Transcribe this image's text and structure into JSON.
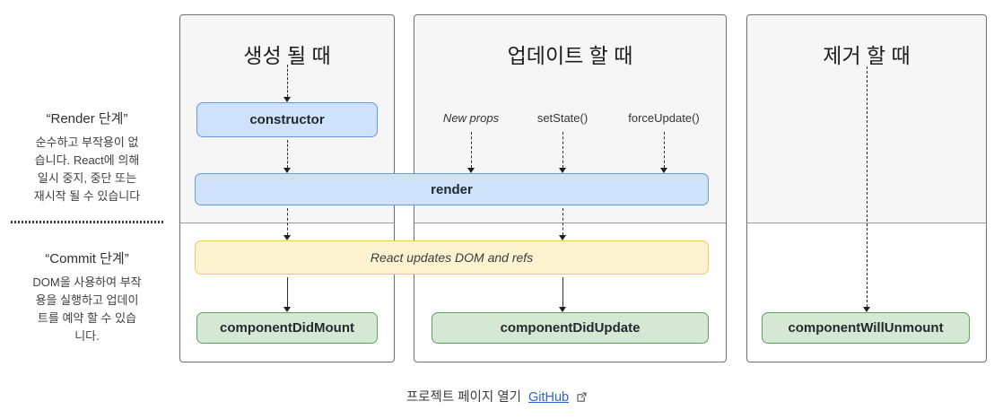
{
  "colors": {
    "blue-fill": "#cfe2fa",
    "blue-border": "#5f9ce8",
    "yellow-fill": "#fdf3d1",
    "yellow-border": "#eec964",
    "green-fill": "#d5e8d4",
    "green-border": "#5aa45e",
    "link": "#2a63d4"
  },
  "sidebar": {
    "render_phase": {
      "title": "“Render 단계”",
      "lines": [
        "순수하고 부작용이 없",
        "습니다. React에 의해",
        "일시 중지, 중단 또는",
        "재시작 될 수 있습니다"
      ]
    },
    "commit_phase": {
      "title": "“Commit 단계”",
      "lines": [
        "DOM을 사용하여 부작",
        "용을 실행하고 업데이",
        "트를 예약 할 수 있습",
        "니다."
      ]
    }
  },
  "columns": [
    {
      "title": "생성 될 때"
    },
    {
      "title": "업데이트 할 때",
      "triggers": [
        "New props",
        "setState()",
        "forceUpdate()"
      ]
    },
    {
      "title": "제거 할 때"
    }
  ],
  "nodes": {
    "constructor": "constructor",
    "render": "render",
    "react_updates": "React updates DOM and refs",
    "did_mount": "componentDidMount",
    "did_update": "componentDidUpdate",
    "will_unmount": "componentWillUnmount"
  },
  "footer": {
    "text": "프로젝트 페이지 열기",
    "link_label": "GitHub",
    "icon": "external-link-icon"
  }
}
